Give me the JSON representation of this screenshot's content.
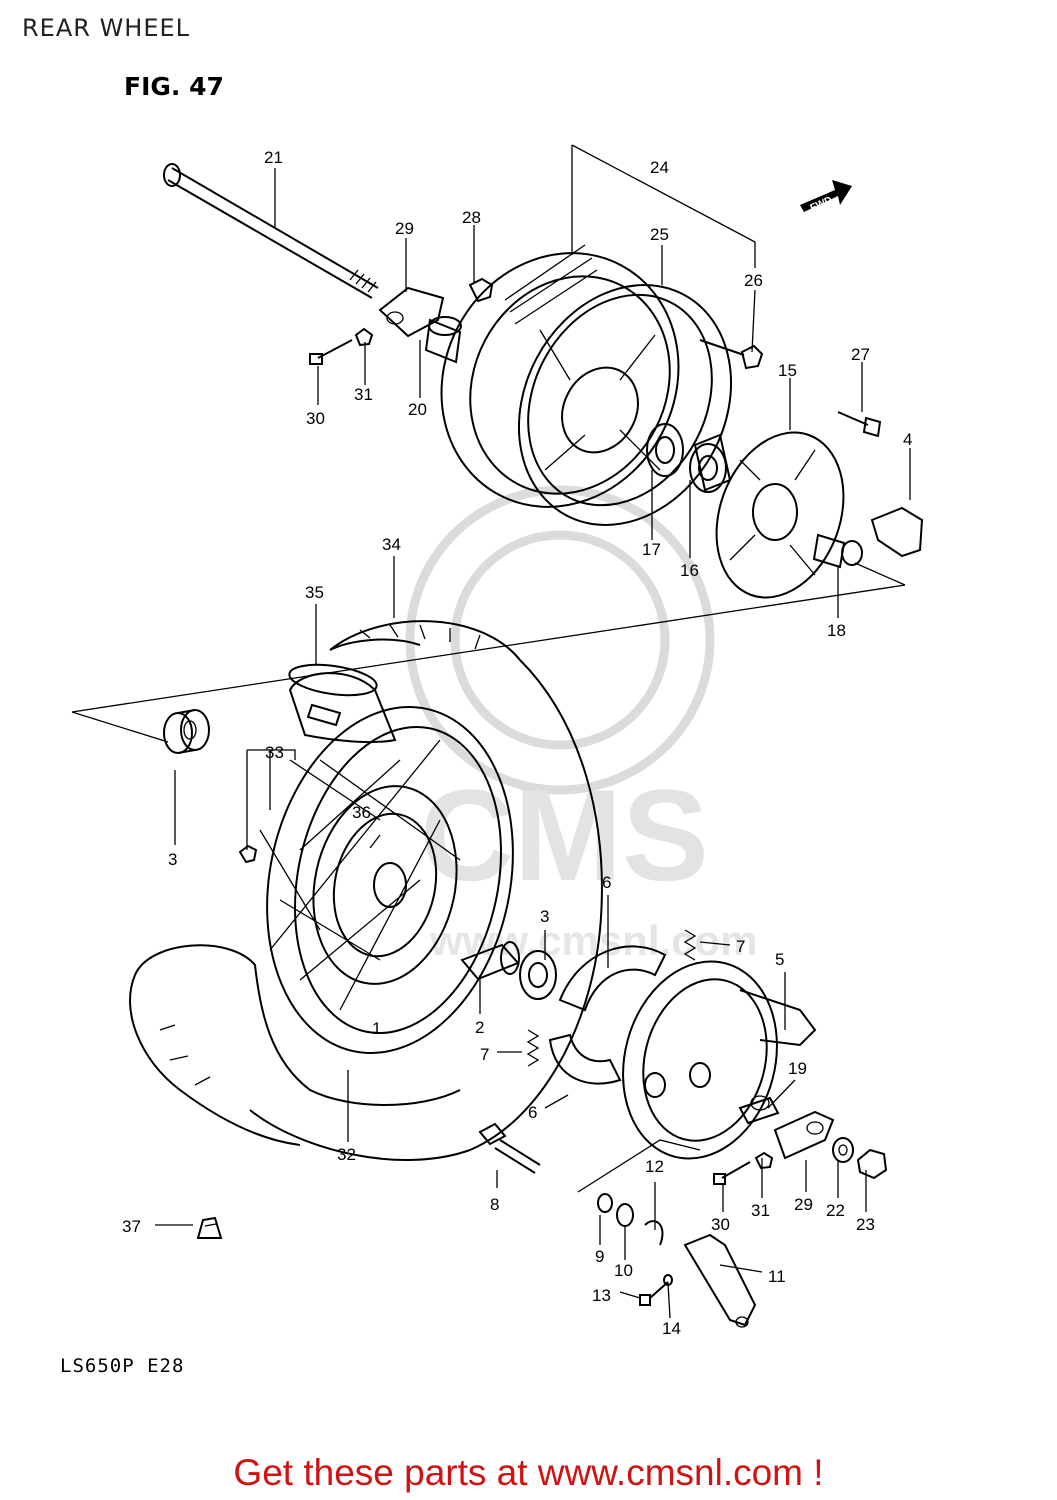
{
  "page_title": "REAR WHEEL",
  "figure": "FIG. 47",
  "model": "LS650P  E28",
  "fwd_label": "FWD",
  "watermark": {
    "main": "CMS",
    "url": "www.cmsnl.com"
  },
  "footer": "Get these parts at www.cmsnl.com !",
  "callouts": [
    "1",
    "2",
    "3",
    "3",
    "4",
    "5",
    "6",
    "6",
    "7",
    "7",
    "8",
    "9",
    "10",
    "11",
    "12",
    "13",
    "14",
    "15",
    "16",
    "17",
    "18",
    "19",
    "20",
    "21",
    "22",
    "23",
    "24",
    "25",
    "26",
    "27",
    "28",
    "29",
    "29",
    "30",
    "30",
    "31",
    "31",
    "32",
    "33",
    "34",
    "35",
    "36",
    "37"
  ]
}
